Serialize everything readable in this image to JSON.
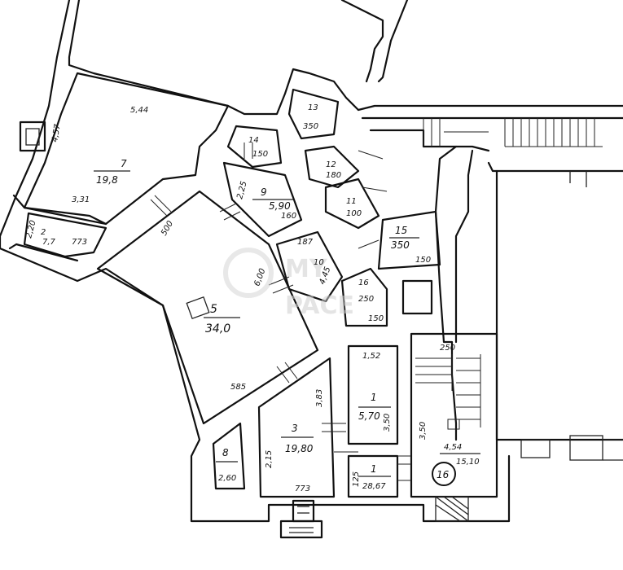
{
  "watermark": {
    "line1": "MY",
    "line2": "PACE"
  },
  "rooms": [
    {
      "id": "room-7",
      "number": "7",
      "area": "19,8",
      "dims": [
        "5,44",
        "4,57",
        "3,31"
      ]
    },
    {
      "id": "room-5",
      "number": "5",
      "area": "34,0",
      "dims": [
        "585",
        "500",
        "6,00"
      ]
    },
    {
      "id": "room-2",
      "number": "2",
      "area": "7,7",
      "dims": [
        "2,20",
        "773"
      ]
    },
    {
      "id": "room-9",
      "number": "9",
      "area": "5,90",
      "dims": [
        "2,25",
        "160"
      ]
    },
    {
      "id": "room-10",
      "number": "10",
      "area": "4,45",
      "dims": [
        "187"
      ]
    },
    {
      "id": "room-11",
      "number": "11",
      "area": "100"
    },
    {
      "id": "room-12",
      "number": "12",
      "area": "180"
    },
    {
      "id": "room-13",
      "number": "13",
      "area": "350"
    },
    {
      "id": "room-14",
      "number": "14",
      "area": "150"
    },
    {
      "id": "room-15",
      "number": "15",
      "area": "350",
      "dims": [
        "150"
      ]
    },
    {
      "id": "room-16",
      "number": "16",
      "area": "250",
      "dims": [
        "150"
      ]
    },
    {
      "id": "room-1a",
      "number": "1",
      "area": "5,70",
      "dims": [
        "1,52",
        "3,50"
      ]
    },
    {
      "id": "room-3",
      "number": "3",
      "area": "19,80",
      "dims": [
        "2,15",
        "3,83",
        "773"
      ]
    },
    {
      "id": "room-8",
      "number": "8",
      "area": "2,60"
    },
    {
      "id": "room-1b",
      "number": "1",
      "area": "28,67",
      "dims": [
        "125"
      ]
    },
    {
      "id": "room-stair",
      "number": "",
      "area": "15,10",
      "dims": [
        "4,54",
        "250",
        "3,50"
      ]
    }
  ],
  "stair_badge": "16"
}
